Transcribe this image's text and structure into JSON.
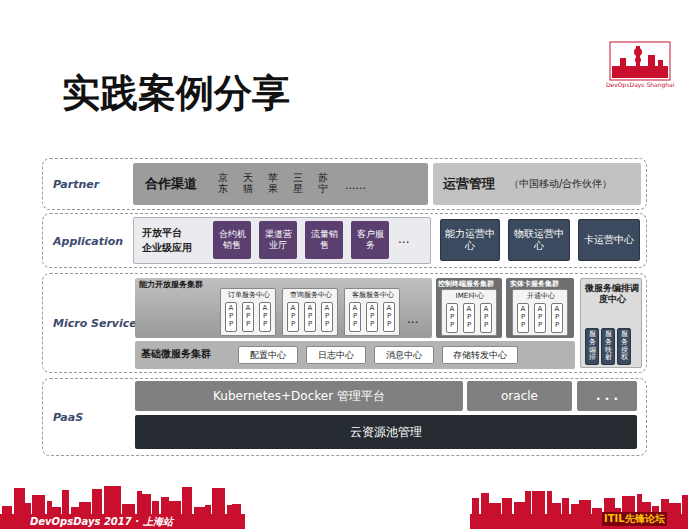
{
  "diagram": {
    "title": "实践案例分享",
    "nodes": [
      {
        "text": [
          "Partner"
        ]
      },
      {
        "text": [
          "合作渠道",
          "京东",
          "天猫",
          "苹果",
          "三星",
          "苏宁",
          "......"
        ],
        "in": 0
      },
      {
        "text": [
          "运营管理",
          "（中国移动/合作伙伴）"
        ],
        "in": 0
      },
      {
        "text": [
          "Application"
        ]
      },
      {
        "text": [
          "开放平台 企业级应用",
          "..."
        ],
        "in": 3
      },
      {
        "text": [
          "合约机销售"
        ],
        "in": 4
      },
      {
        "text": [
          "渠道营业厅"
        ],
        "in": 4
      },
      {
        "text": [
          "流量销售"
        ],
        "in": 4
      },
      {
        "text": [
          "客户服务"
        ],
        "in": 4
      },
      {
        "text": [
          "能力运营中心"
        ],
        "in": 3
      },
      {
        "text": [
          "物联运营中心"
        ],
        "in": 3
      },
      {
        "text": [
          "卡运营中心"
        ],
        "in": 3
      },
      {
        "text": [
          "Micro Service"
        ]
      },
      {
        "text": [
          "能力开放服务集群",
          "..."
        ],
        "in": 12
      },
      {
        "text": [
          "订单服务中心"
        ],
        "in": 13
      },
      {
        "text": [
          "APP"
        ],
        "in": 14
      },
      {
        "text": [
          "APP"
        ],
        "in": 14
      },
      {
        "text": [
          "APP"
        ],
        "in": 14
      },
      {
        "text": [
          "查询服务中心"
        ],
        "in": 13
      },
      {
        "text": [
          "APP"
        ],
        "in": 18
      },
      {
        "text": [
          "APP"
        ],
        "in": 18
      },
      {
        "text": [
          "APP"
        ],
        "in": 18
      },
      {
        "text": [
          "客服服务中心"
        ],
        "in": 13
      },
      {
        "text": [
          "APP"
        ],
        "in": 22
      },
      {
        "text": [
          "APP"
        ],
        "in": 22
      },
      {
        "text": [
          "APP"
        ],
        "in": 22
      },
      {
        "text": [
          "控制终端服务集群"
        ],
        "in": 12
      },
      {
        "text": [
          "IMEI中心"
        ],
        "in": 26
      },
      {
        "text": [
          "APP"
        ],
        "in": 27
      },
      {
        "text": [
          "APP"
        ],
        "in": 27
      },
      {
        "text": [
          "APP"
        ],
        "in": 27
      },
      {
        "text": [
          "实体卡服务集群"
        ],
        "in": 12
      },
      {
        "text": [
          "开通中心"
        ],
        "in": 31
      },
      {
        "text": [
          "APP"
        ],
        "in": 32
      },
      {
        "text": [
          "APP"
        ],
        "in": 32
      },
      {
        "text": [
          "APP"
        ],
        "in": 32
      },
      {
        "text": [
          "微服务编排调度中心"
        ],
        "in": 12
      },
      {
        "text": [
          "服务编排"
        ],
        "in": 36
      },
      {
        "text": [
          "服务映射"
        ],
        "in": 36
      },
      {
        "text": [
          "服务授权"
        ],
        "in": 36
      },
      {
        "text": [
          "基础微服务集群"
        ],
        "in": 12
      },
      {
        "text": [
          "配置中心"
        ],
        "in": 40
      },
      {
        "text": [
          "日志中心"
        ],
        "in": 40
      },
      {
        "text": [
          "消息中心"
        ],
        "in": 40
      },
      {
        "text": [
          "存储转发中心"
        ],
        "in": 40
      },
      {
        "text": [
          "PaaS"
        ]
      },
      {
        "text": [
          "Kubernetes+Docker 管理平台"
        ],
        "in": 45
      },
      {
        "text": [
          "oracle"
        ],
        "in": 45
      },
      {
        "text": [
          ". . ."
        ],
        "in": 45
      },
      {
        "text": [
          "云资源池管理"
        ],
        "in": 45
      }
    ],
    "labels": [
      "DevOpsDays Shanghai",
      "DevOpsDays 2017 · 上海站",
      "ITIL先锋论坛"
    ]
  }
}
